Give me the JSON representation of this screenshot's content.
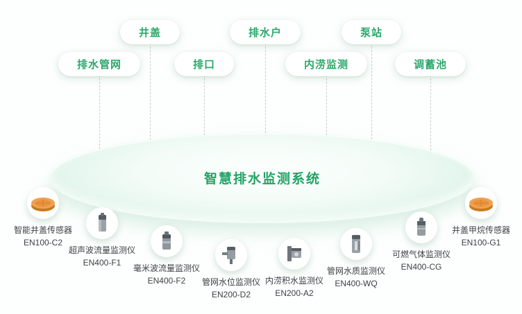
{
  "title": "智慧排水监测系统",
  "tags": [
    {
      "label": "井盖"
    },
    {
      "label": "排水户"
    },
    {
      "label": "泵站"
    },
    {
      "label": "排水管网"
    },
    {
      "label": "排口"
    },
    {
      "label": "内涝监测"
    },
    {
      "label": "调蓄池"
    }
  ],
  "devices": [
    {
      "name": "智能井盖传感器",
      "model": "EN100-C2",
      "icon": "manhole-cover-icon"
    },
    {
      "name": "超声波流量监测仪",
      "model": "EN400-F1",
      "icon": "ultrasonic-flow-sensor-icon"
    },
    {
      "name": "毫米波流量监测仪",
      "model": "EN400-F2",
      "icon": "mmwave-flow-sensor-icon"
    },
    {
      "name": "管网水位监测仪",
      "model": "EN200-D2",
      "icon": "water-level-sensor-icon"
    },
    {
      "name": "内涝积水监测仪",
      "model": "EN200-A2",
      "icon": "waterlogging-sensor-icon"
    },
    {
      "name": "管网水质监测仪",
      "model": "EN400-WQ",
      "icon": "water-quality-sensor-icon"
    },
    {
      "name": "可燃气体监测仪",
      "model": "EN400-CG",
      "icon": "gas-sensor-icon"
    },
    {
      "name": "井盖甲烷传感器",
      "model": "EN100-G1",
      "icon": "manhole-cover-icon"
    }
  ],
  "colors": {
    "accent_green": "#21a366",
    "tag_green": "#2ba86a",
    "platform_edge": "#c7ebd9",
    "platform_center": "#fcfffd",
    "manhole_orange": "#f0a04e",
    "device_gray": "#959ca2"
  }
}
